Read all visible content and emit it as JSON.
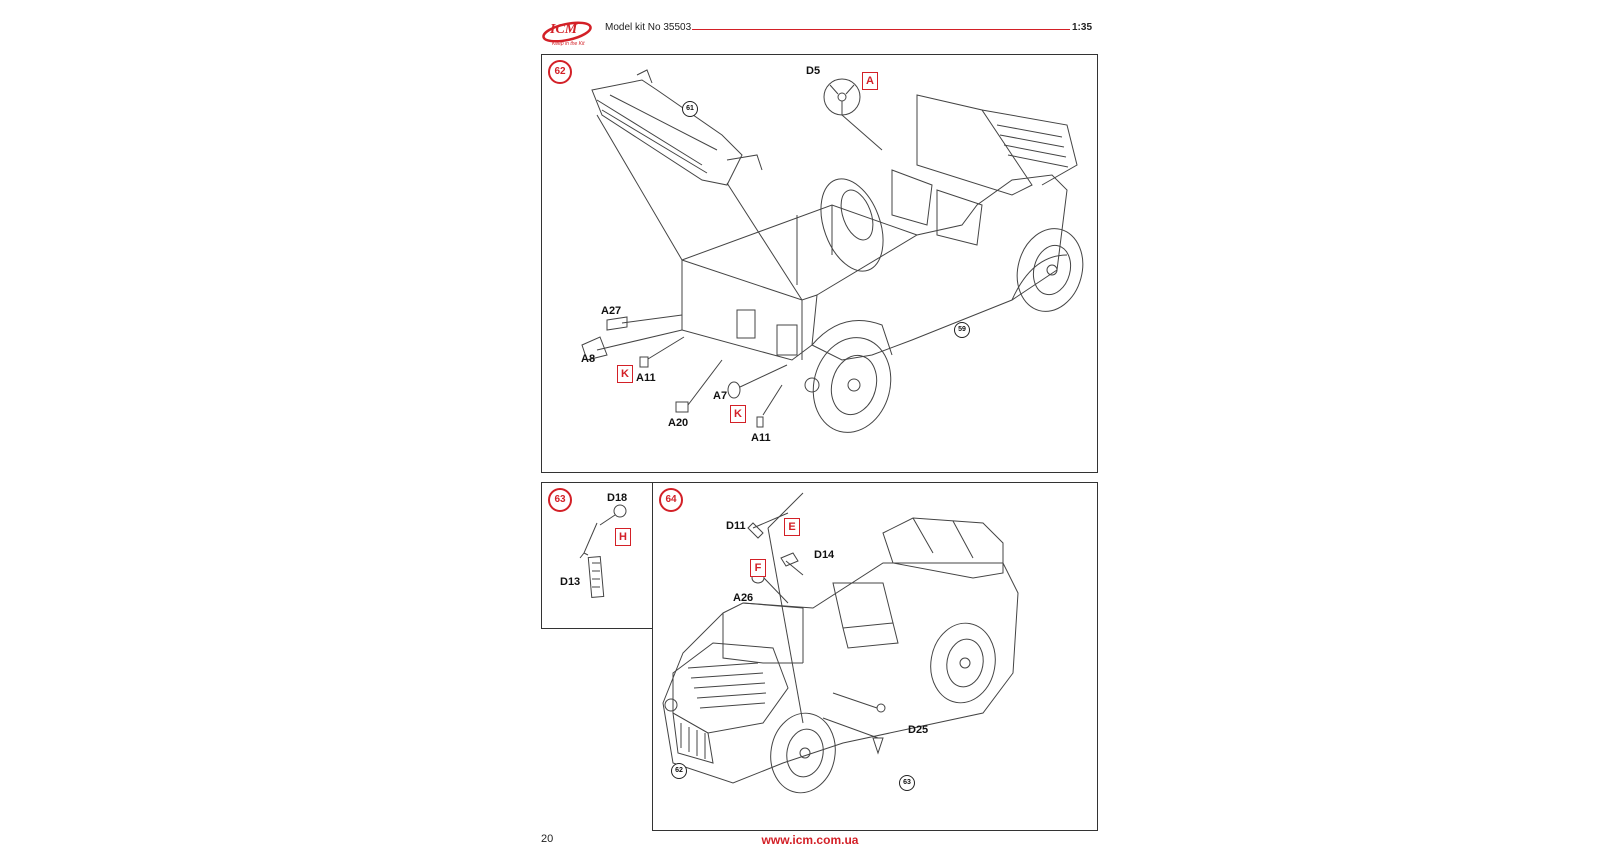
{
  "header": {
    "brand": "ICM",
    "tagline": "Keep in the Kit",
    "kit_title": "Model kit No 35503",
    "scale": "1:35"
  },
  "steps": {
    "s62": {
      "number": "62",
      "refs": [
        "61",
        "59"
      ],
      "parts": {
        "d5": "D5",
        "a27": "A27",
        "a8": "A8",
        "a11a": "A11",
        "a20": "A20",
        "a7": "A7",
        "a11b": "A11"
      },
      "colors": {
        "a": "A",
        "k1": "K",
        "k2": "K"
      }
    },
    "s63": {
      "number": "63",
      "parts": {
        "d18": "D18",
        "d13": "D13"
      },
      "colors": {
        "h": "H"
      }
    },
    "s64": {
      "number": "64",
      "refs": [
        "62",
        "63"
      ],
      "parts": {
        "d11": "D11",
        "d14": "D14",
        "a26": "A26",
        "d25": "D25"
      },
      "colors": {
        "e": "E",
        "f": "F"
      }
    }
  },
  "footer": {
    "page_number": "20",
    "website": "www.icm.com.ua"
  },
  "colors": {
    "brand_red": "#d32027",
    "line": "#444444"
  },
  "icons": {
    "logo": "icm-logo-icon"
  }
}
